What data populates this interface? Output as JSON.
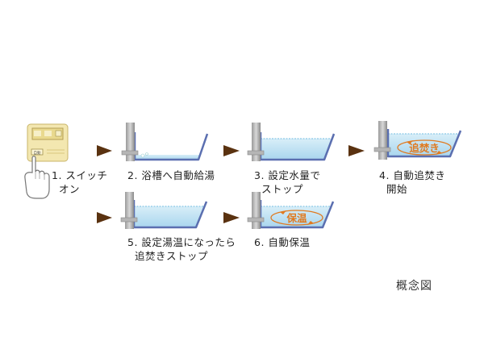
{
  "steps": [
    {
      "num": "1.",
      "text": "スイッチ\nオン"
    },
    {
      "num": "2.",
      "text": "浴槽へ自動給湯"
    },
    {
      "num": "3.",
      "text": "設定水量で\nストップ"
    },
    {
      "num": "4.",
      "text": "自動追焚き\n開始"
    },
    {
      "num": "5.",
      "text": "設定湯温になったら\n追焚きストップ"
    },
    {
      "num": "6.",
      "text": "自動保温"
    }
  ],
  "badges": {
    "reheat": "追焚き",
    "keepwarm": "保温"
  },
  "panel": {
    "button": "自動",
    "small_button": "□□"
  },
  "caption": "概念図",
  "colors": {
    "arrow": "#5a3210",
    "water": "#bfe3f4",
    "tub": "#5b6fb0",
    "accent": "#e07a20",
    "panel": "#f3e7b0"
  }
}
